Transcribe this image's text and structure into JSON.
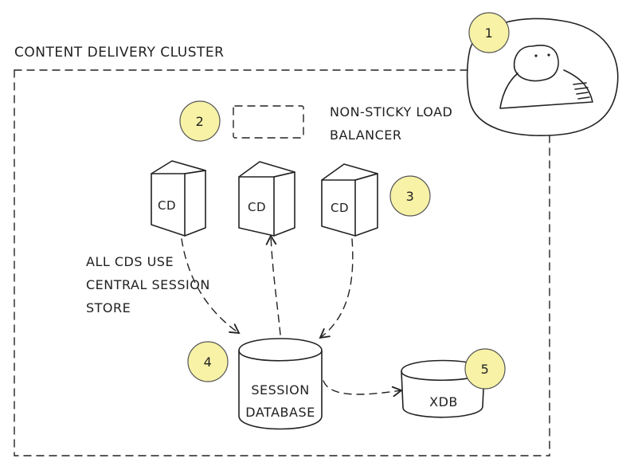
{
  "cluster": {
    "title": "CONTENT DELIVERY CLUSTER"
  },
  "badges": [
    {
      "num": "1"
    },
    {
      "num": "2"
    },
    {
      "num": "3"
    },
    {
      "num": "4"
    },
    {
      "num": "5"
    }
  ],
  "load_balancer": {
    "label_line1": "NON-STICKY LOAD",
    "label_line2": "BALANCER"
  },
  "servers": [
    {
      "label": "CD"
    },
    {
      "label": "CD"
    },
    {
      "label": "CD"
    }
  ],
  "note": {
    "line1": "ALL CDS USE",
    "line2": "CENTRAL SESSION",
    "line3": "STORE"
  },
  "session_db": {
    "line1": "SESSION",
    "line2": "DATABASE"
  },
  "xdb": {
    "label": "XDB"
  },
  "colors": {
    "badge_fill": "#f7f2a6",
    "ink": "#222222"
  }
}
